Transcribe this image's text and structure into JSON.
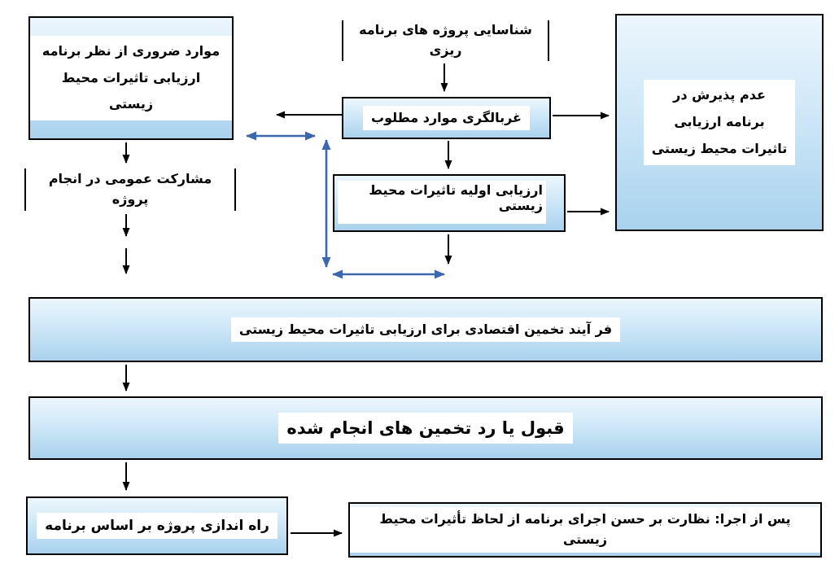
{
  "boxes": {
    "identify": {
      "text": "شناسایی پروژه های برنامه ریزی"
    },
    "essential": {
      "line1": "موارد ضروری از نظر برنامه",
      "line2": "ارزیابی تاثیرات محیط زیستی"
    },
    "rejection": {
      "line1": "عدم پذیرش در",
      "line2": "برنامه ارزیابی",
      "line3": "تاثیرات محیط زیستی"
    },
    "screening": {
      "text": "غربالگری موارد مطلوب"
    },
    "initial_assessment": {
      "text": "ارزیابی اولیه تاثیرات محیط زیستی"
    },
    "public_participation": {
      "text": "مشارکت عمومی در انجام پروژه"
    },
    "economic_estimation": {
      "text": "فر آیند تخمین اقتصادی برای ارزیابی تاثیرات محیط زیستی"
    },
    "accept_reject": {
      "text": "قبول یا رد تخمین های انجام شده"
    },
    "launch": {
      "text": "راه اندازی پروژه بر اساس برنامه"
    },
    "post_execution": {
      "text": "پس از اجرا: نظارت بر حسن اجرای برنامه از لحاظ تأثیرات محیط زیستی"
    }
  },
  "colors": {
    "box_border": "#000000",
    "box_fill_top": "#ecf6fd",
    "box_fill_bottom": "#a9d2ee",
    "black_arrow": "#000000",
    "blue_arrow": "#3a67ad",
    "text_highlight": "#ffffff"
  }
}
